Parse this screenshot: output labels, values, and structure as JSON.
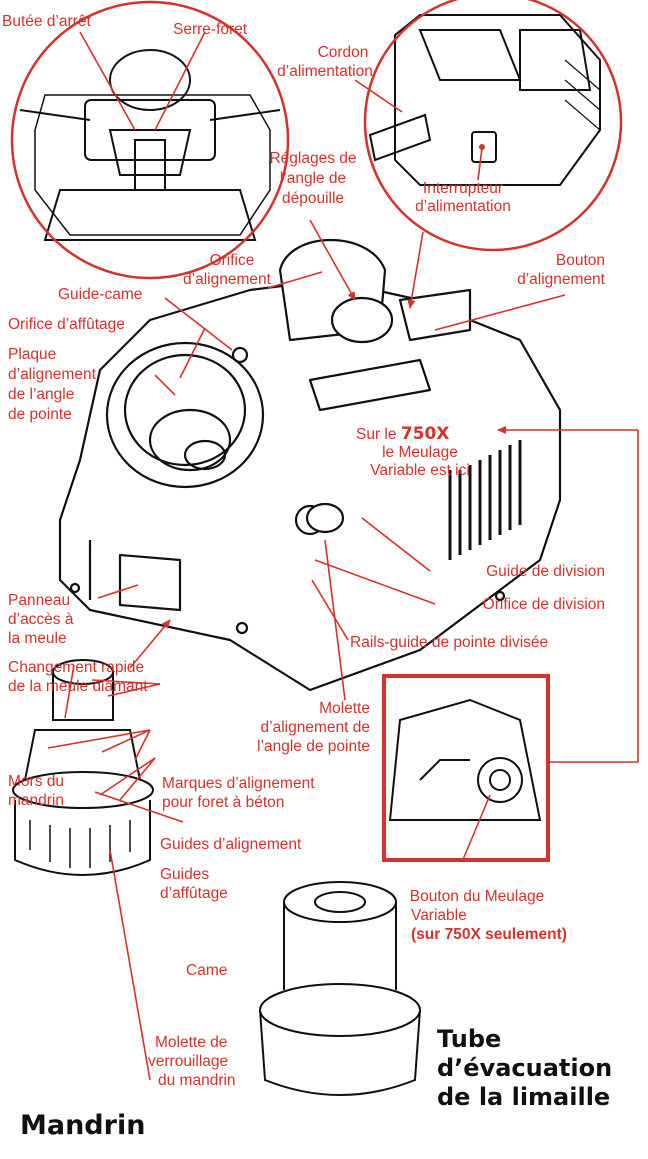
{
  "labels": {
    "butee": "Butée d’arrêt",
    "serre_foret": "Serre-foret",
    "cordon_1": "Cordon",
    "cordon_2": "d’alimentation",
    "reglages_1": "Réglages de",
    "reglages_2": "l’angle de",
    "reglages_3": "dépouille",
    "interrupteur_1": "Interrupteur",
    "interrupteur_2": "d’alimentation",
    "orifice_align_1": "Orifice",
    "orifice_align_2": "d’alignement",
    "bouton_align_1": "Bouton",
    "bouton_align_2": "d’alignement",
    "guide_came": "Guide-came",
    "orifice_affutage": "Orifice d’affûtage",
    "plaque_1": "Plaque",
    "plaque_2": "d’alignement",
    "plaque_3": "de l’angle",
    "plaque_4": "de pointe",
    "sur_le": "Sur le",
    "model_750x": "750X",
    "meulage_1": "le Meulage",
    "meulage_2": "Variable est ici",
    "guide_division": "Guide de division",
    "orifice_division": "Orifice de division",
    "panneau_1": "Panneau",
    "panneau_2": "d’accès à",
    "panneau_3": "la meule",
    "rails": "Rails-guide de pointe divisée",
    "changement_1": "Changement rapide",
    "changement_2": "de la meule diamant",
    "molette_align_1": "Molette",
    "molette_align_2": "d’alignement de",
    "molette_align_3": "l’angle de pointe",
    "mors_1": "Mors du",
    "mors_2": "mandrin",
    "marques_1": "Marques d’alignement",
    "marques_2": "pour foret à béton",
    "guides_align": "Guides d’alignement",
    "guides_aff_1": "Guides",
    "guides_aff_2": "d’affûtage",
    "came": "Came",
    "bouton_meulage_1": "Bouton du Meulage",
    "bouton_meulage_2": "Variable",
    "seulement": "(sur 750X seulement)",
    "molette_verr_1": "Molette de",
    "molette_verr_2": "verrouillage",
    "molette_verr_3": "du mandrin",
    "tube_1": "Tube",
    "tube_2": "d’évacuation",
    "tube_3": "de la limaille",
    "mandrin": "Mandrin"
  },
  "colors": {
    "accent": "#d6322b",
    "ink": "#111111"
  }
}
